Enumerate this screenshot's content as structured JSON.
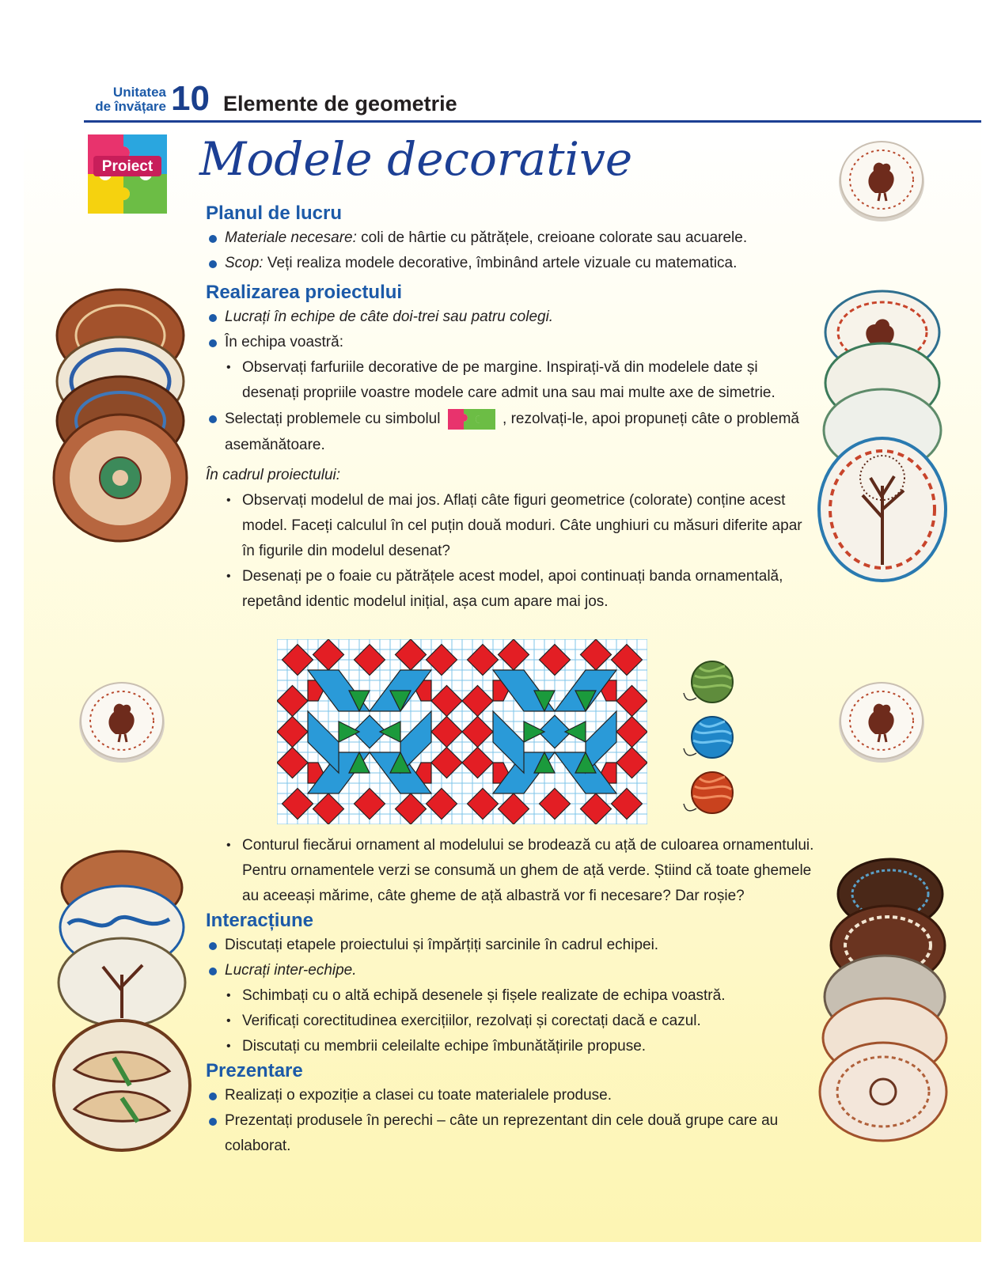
{
  "header": {
    "unit_line1": "Unitatea",
    "unit_line2": "de învățare",
    "unit_number": "10",
    "unit_title": "Elemente de geometrie"
  },
  "badge": {
    "label": "Proiect"
  },
  "title": "Modele decorative",
  "sections": {
    "plan": {
      "heading": "Planul de lucru",
      "item1_label": "Materiale necesare:",
      "item1_text": " coli de hârtie cu pătrățele, creioane colorate sau acuarele.",
      "item2_label": "Scop:",
      "item2_text": " Veți realiza modele decorative, îmbinând artele vizuale cu matematica."
    },
    "realizare": {
      "heading": "Realizarea proiectului",
      "item1": "Lucrați în echipe de câte doi-trei sau patru colegi.",
      "item2": "În echipa voastră:",
      "sub1": "Observați farfuriile decorative de pe margine. Inspirați-vă din modelele date și desenați propriile voastre modele care admit una sau mai multe axe de simetrie.",
      "item3_a": "Selectați problemele cu simbolul",
      "item3_b": ", rezolvați-le, apoi propuneți câte o problemă asemănătoare.",
      "cadru": "În cadrul proiectului:",
      "sub2": "Observați modelul de mai jos. Aflați câte figuri geometrice (colorate) conține acest model. Faceți calculul în cel puțin două moduri. Câte unghiuri cu măsuri diferite apar în figurile din modelul desenat?",
      "sub3": "Desenați pe o foaie cu pătrățele acest model, apoi continuați banda ornamentală, repetând identic modelul inițial, așa cum apare mai jos.",
      "sub4": "Conturul fiecărui ornament al modelului se brodează cu ață de culoarea ornamentului. Pentru ornamentele verzi se consumă un ghem de ață verde. Știind că toate ghemele au aceeași mărime, câte gheme de ață albastră vor fi necesare? Dar roșie?"
    },
    "interactiune": {
      "heading": "Interacțiune",
      "item1": "Discutați etapele proiectului și împărțiți sarcinile în cadrul echipei.",
      "item2": "Lucrați inter-echipe.",
      "sub1": "Schimbați cu o altă echipă desenele și fișele realizate de echipa voastră.",
      "sub2": "Verificați corectitudinea exercițiilor, rezolvați și corectați dacă e cazul.",
      "sub3": "Discutați cu membrii celeilalte echipe îmbunătățirile propuse."
    },
    "prezentare": {
      "heading": "Prezentare",
      "item1": "Realizați o expoziție a clasei cu toate materialele produse.",
      "item2": "Prezentați produsele în perechi – câte un reprezentant din cele două grupe care au colaborat."
    }
  },
  "colors": {
    "red": "#e31e24",
    "blue": "#2a9ad8",
    "green": "#1b9a3c",
    "grid": "#7fc4ea",
    "heading_blue": "#1c5aa8"
  },
  "icons": [
    "puzzle-icon",
    "yarn-green-icon",
    "yarn-blue-icon",
    "yarn-red-icon",
    "decorative-plate-icon"
  ]
}
